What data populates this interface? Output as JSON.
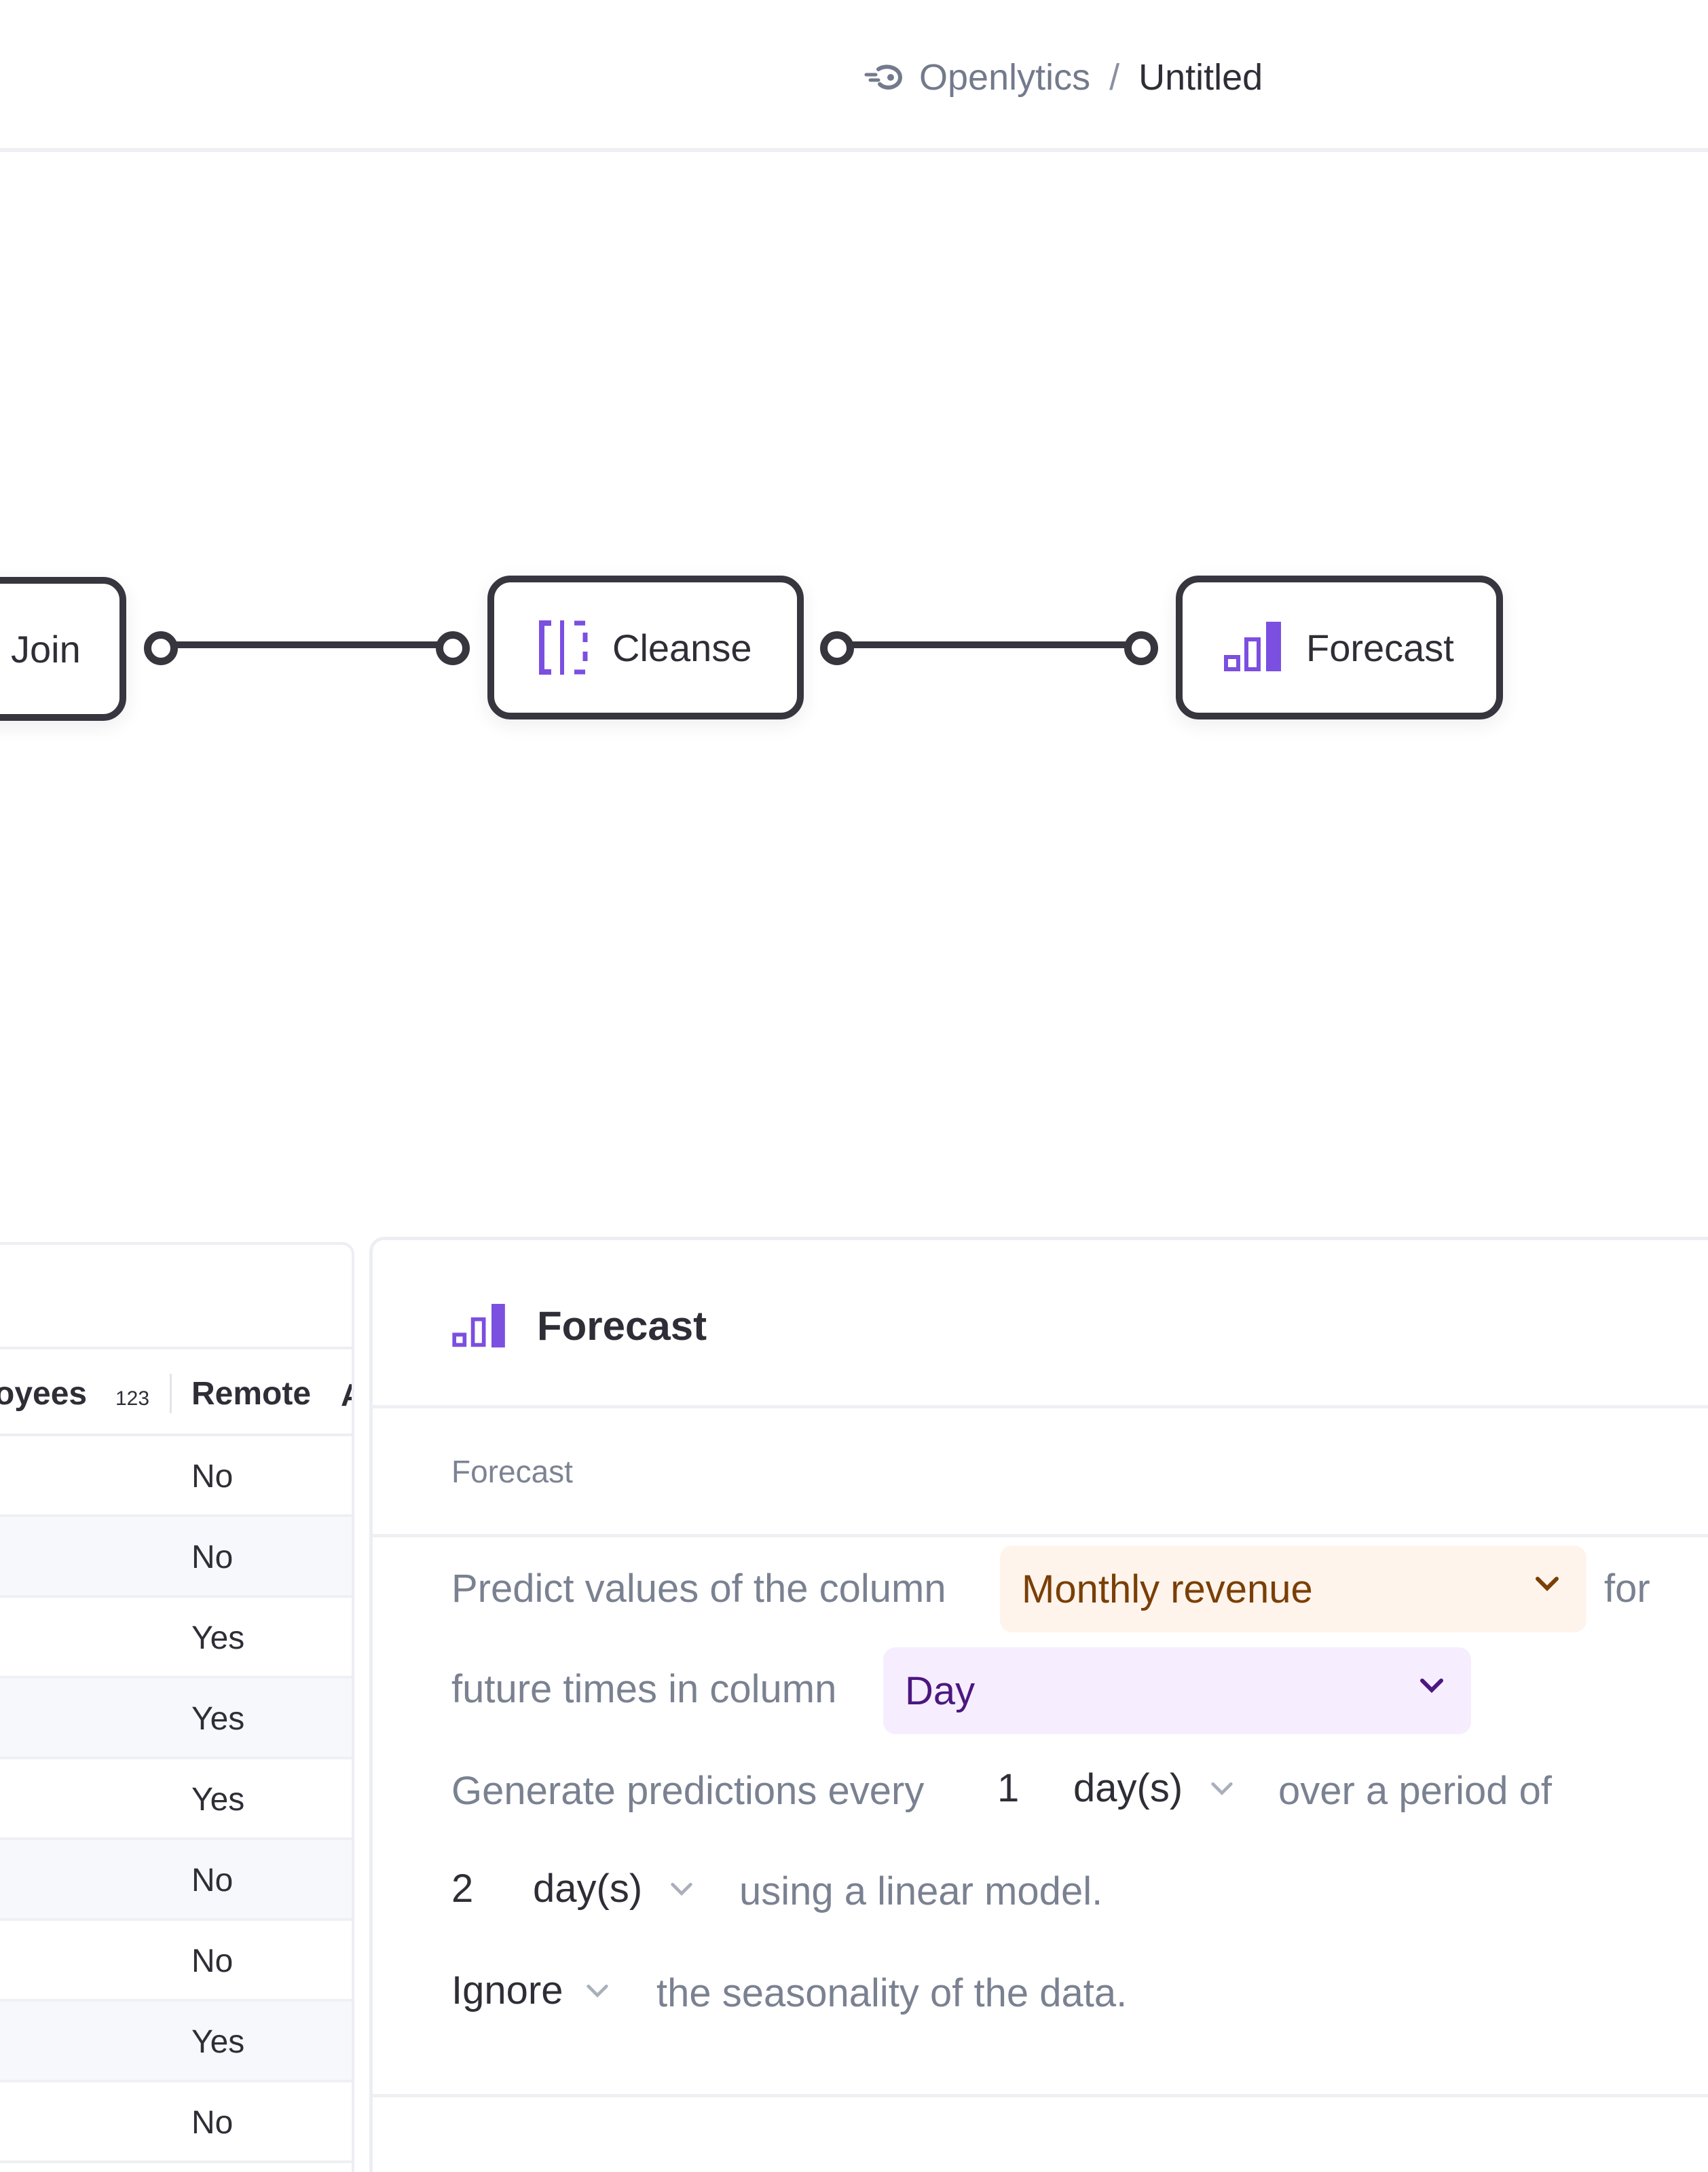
{
  "header": {
    "app_name": "Openlytics",
    "separator": "/",
    "document_title": "Untitled"
  },
  "flow": {
    "nodes": [
      {
        "label": "Join"
      },
      {
        "label": "Cleanse",
        "icon": "split-columns-icon"
      },
      {
        "label": "Forecast",
        "icon": "bar-chart-icon"
      }
    ]
  },
  "table": {
    "columns": [
      {
        "label": "oyees",
        "type_badge": "123"
      },
      {
        "label": "Remote"
      },
      {
        "label": "A"
      }
    ],
    "remote_values": [
      "No",
      "No",
      "Yes",
      "Yes",
      "Yes",
      "No",
      "No",
      "Yes",
      "No"
    ]
  },
  "config": {
    "title": "Forecast",
    "section_label": "Forecast",
    "sentence": {
      "predict_prefix": "Predict values of the column",
      "column_value": "Monthly revenue",
      "for_text": "for",
      "future_text": "future times in column",
      "time_column_value": "Day",
      "generate_text": "Generate predictions every",
      "interval_value": "1",
      "interval_unit": "day(s)",
      "period_text": "over a period of",
      "period_value": "2",
      "period_unit": "day(s)",
      "model_text": "using a linear model.",
      "seasonality_value": "Ignore",
      "seasonality_text": "the seasonality of the data."
    }
  },
  "colors": {
    "accent_purple": "#7b4fe0",
    "node_border": "#37353e",
    "pill_orange_bg": "#fff4ec",
    "pill_purple_bg": "#f6eefe"
  }
}
